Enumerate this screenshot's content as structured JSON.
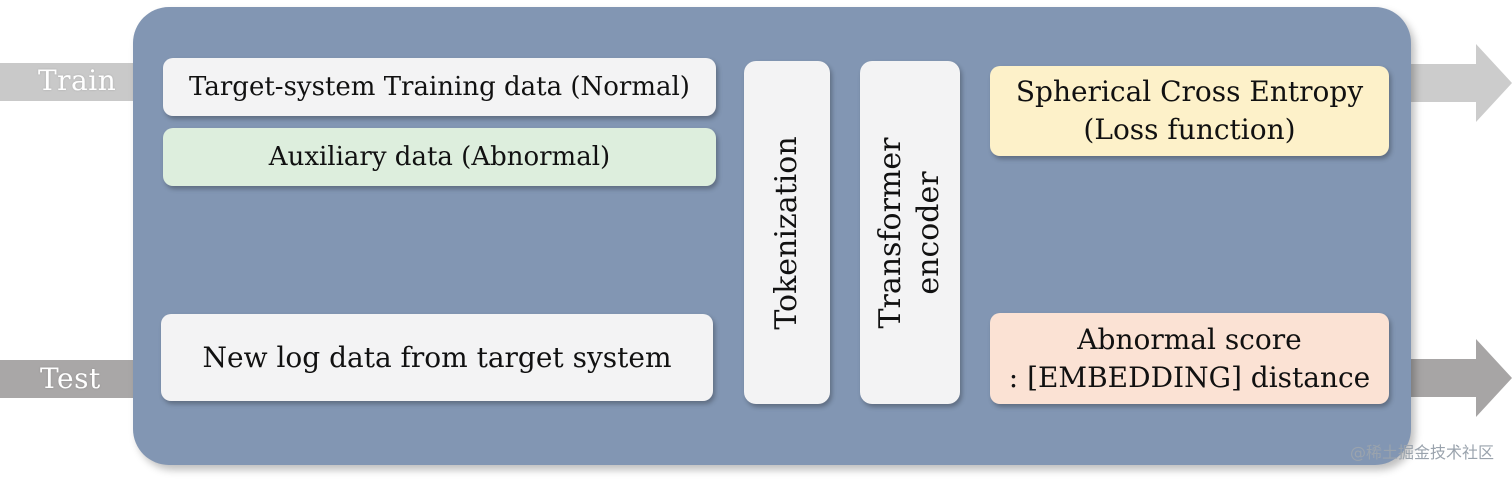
{
  "arrows": {
    "train_label": "Train",
    "test_label": "Test"
  },
  "inputs": {
    "training_data": "Target-system Training data (Normal)",
    "auxiliary_data": "Auxiliary data (Abnormal)",
    "new_log_data": "New log data from target system"
  },
  "stages": {
    "tokenization": "Tokenization",
    "transformer_line1": "Transformer",
    "transformer_line2": "encoder"
  },
  "outputs": {
    "loss_line1": "Spherical Cross Entropy",
    "loss_line2": "(Loss function)",
    "score_line1": "Abnormal score",
    "score_line2": ": [EMBEDDING] distance"
  },
  "watermark": "@稀土掘金技术社区",
  "colors": {
    "panel": "#8296b3",
    "box_white": "#f3f3f4",
    "box_green": "#ddeedd",
    "box_yellow": "#fdf1c9",
    "box_peach": "#fbe2d4",
    "arrow_gray": "#c8c8c8"
  }
}
